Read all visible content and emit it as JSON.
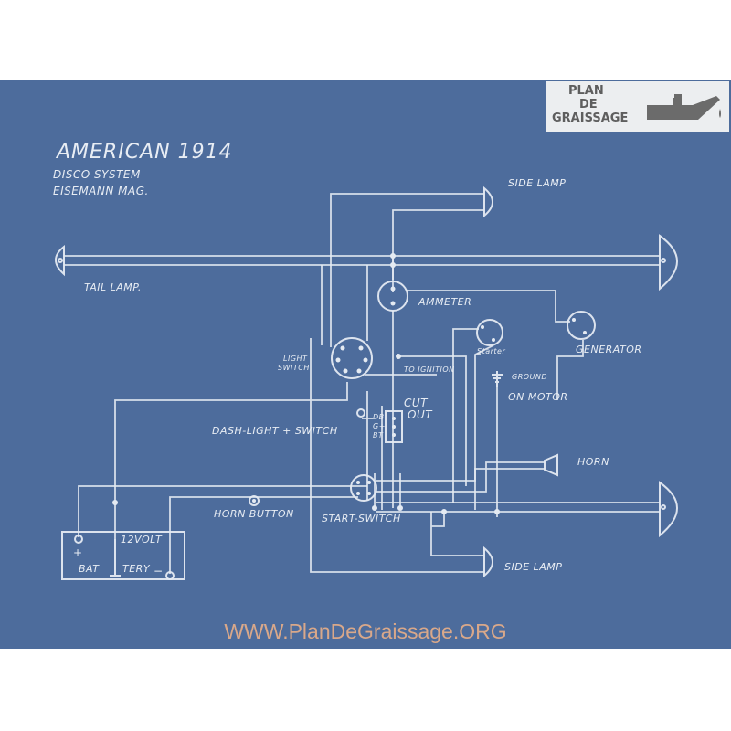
{
  "title": "AMERICAN 1914",
  "subtitle_1": "DISCO SYSTEM",
  "subtitle_2": "EISEMANN MAG.",
  "labels": {
    "side_lamp_top": "SIDE LAMP",
    "side_lamp_bottom": "SIDE LAMP",
    "tail_lamp": "TAIL LAMP.",
    "ammeter": "AMMETER",
    "starter": "Starter",
    "generator": "GENERATOR",
    "light_switch_1": "LIGHT",
    "light_switch_2": "SWITCH",
    "to_ignition": "TO IGNITION",
    "ground": "GROUND",
    "on_motor": "ON MOTOR",
    "cut": "CUT",
    "out": "OUT",
    "terminal_db": "DB",
    "terminal_gt": "G+",
    "terminal_bt": "BT",
    "dash_light_switch": "DASH-LIGHT + SWITCH",
    "horn": "HORN",
    "horn_button": "HORN BUTTON",
    "start_switch": "START-SWITCH",
    "battery_volt": "12VOLT",
    "battery_plus": "+",
    "battery_minus": "−",
    "battery_word_1": "BAT",
    "battery_word_2": "TERY"
  },
  "logo": {
    "line_1": "PLAN",
    "line_2": "DE",
    "line_3": "GRAISSAGE",
    "icon": "oil-can-icon"
  },
  "watermark": "WWW.PlanDeGraissage.ORG",
  "colors": {
    "blueprint": "#4d6c9c",
    "ink": "#e4eaf2",
    "watermark": "#d9a88a",
    "logo_bg": "#eceef0"
  }
}
